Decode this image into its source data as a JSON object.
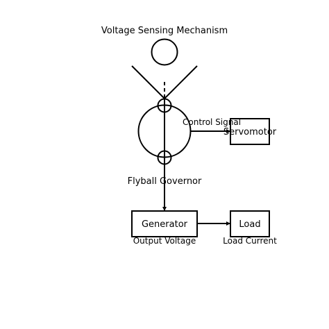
{
  "diagram": {
    "title": "Voltage Sensing Mechanism",
    "governor_label": "Flyball Governor",
    "control_signal_label": "Control Signal",
    "servomotor_label": "Servomotor",
    "generator_label": "Generator",
    "load_label": "Load",
    "output_voltage_label": "Output Voltage",
    "load_current_label": "Load Current"
  },
  "colors": {
    "line": "#000000",
    "background": "#ffffff"
  }
}
